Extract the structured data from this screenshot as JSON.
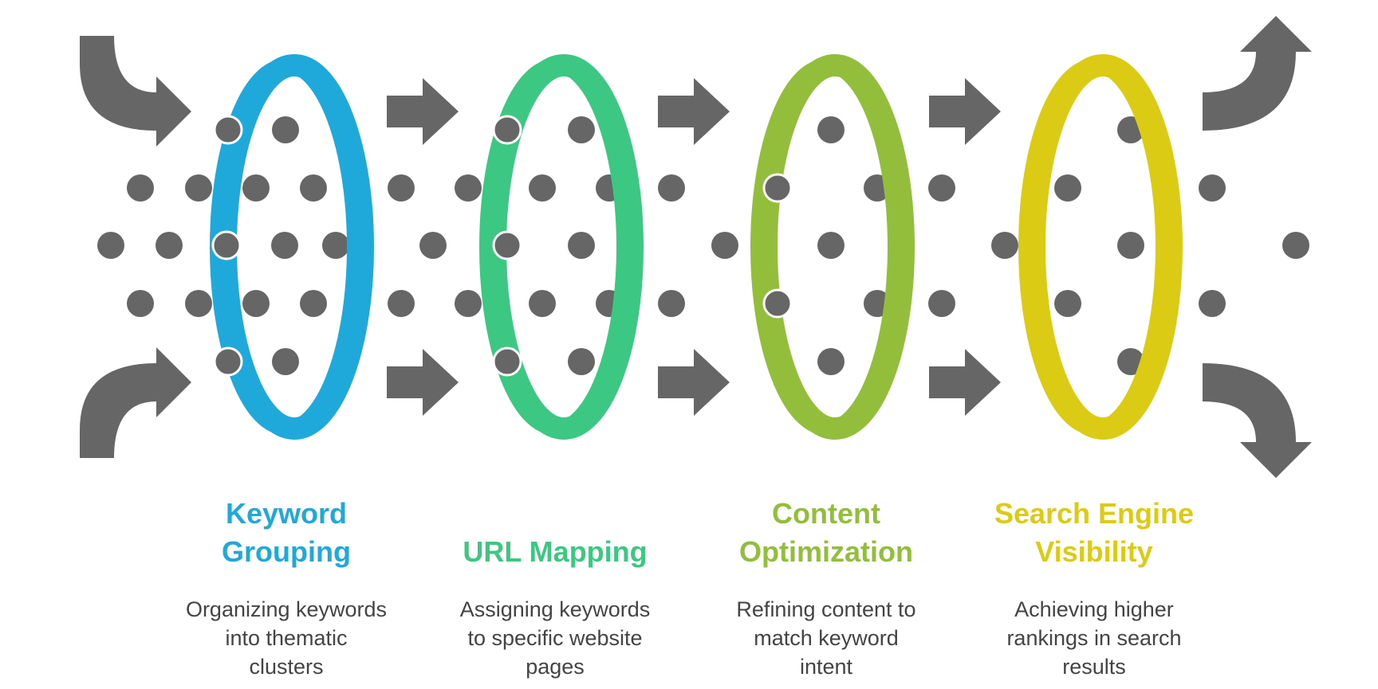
{
  "colors": {
    "arrow": "#666666",
    "dot": "#666666",
    "text": "#444444"
  },
  "stages": [
    {
      "title": "Keyword\nGrouping",
      "description": "Organizing keywords\ninto thematic\nclusters",
      "color": "#1FA9DB",
      "icon": "blue-filter-ring-icon"
    },
    {
      "title": "URL Mapping",
      "description": "Assigning keywords\nto specific website\npages",
      "color": "#3CC882",
      "icon": "green-filter-ring-icon"
    },
    {
      "title": "Content\nOptimization",
      "description": "Refining content to\nmatch keyword\nintent",
      "color": "#92BE3C",
      "icon": "lime-filter-ring-icon"
    },
    {
      "title": "Search Engine\nVisibility",
      "description": "Achieving higher\nrankings in search\nresults",
      "color": "#DCCB14",
      "icon": "yellow-filter-ring-icon"
    }
  ]
}
